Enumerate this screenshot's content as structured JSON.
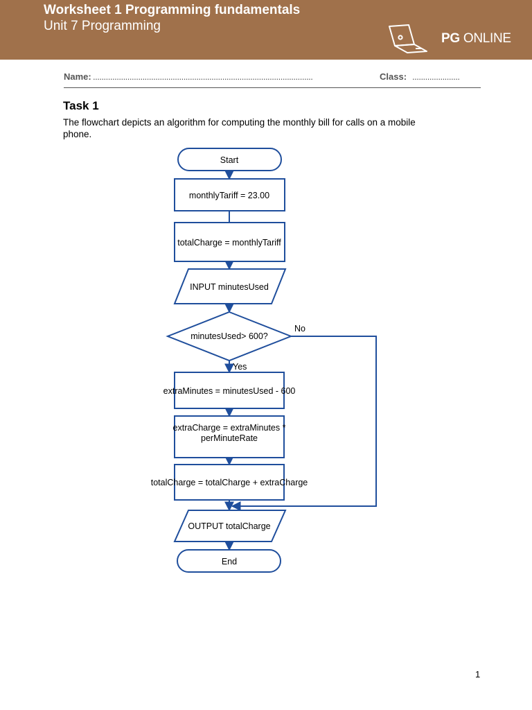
{
  "header": {
    "title": "Worksheet 1 Programming fundamentals",
    "subtitle": "Unit 7 Programming",
    "logo_bold": "PG",
    "logo_rest": " ONLINE"
  },
  "form": {
    "name_label": "Name:",
    "name_dots": "......................................................................................................",
    "class_label": "Class:",
    "class_dots": "......................"
  },
  "task": {
    "title": "Task 1",
    "description": "The flowchart depicts an algorithm for computing the monthly bill for calls on a mobile phone."
  },
  "flowchart": {
    "start": "Start",
    "assign_tariff": "monthlyTariff = 23.00",
    "assign_total": "totalCharge = monthlyTariff",
    "input": "INPUT minutesUsed",
    "decision": "minutesUsed> 600?",
    "no_label": "No",
    "yes_label": "Yes",
    "extra_minutes": "extraMinutes = minutesUsed - 600",
    "extra_charge_line1": "extraCharge = extraMinutes *",
    "extra_charge_line2": "perMinuteRate",
    "update_total": "totalCharge = totalCharge + extraCharge",
    "output": "OUTPUT totalCharge",
    "end": "End",
    "line_color": "#1f4e9c"
  },
  "page_number": "1",
  "colors": {
    "header_bg": "#a0714b"
  }
}
